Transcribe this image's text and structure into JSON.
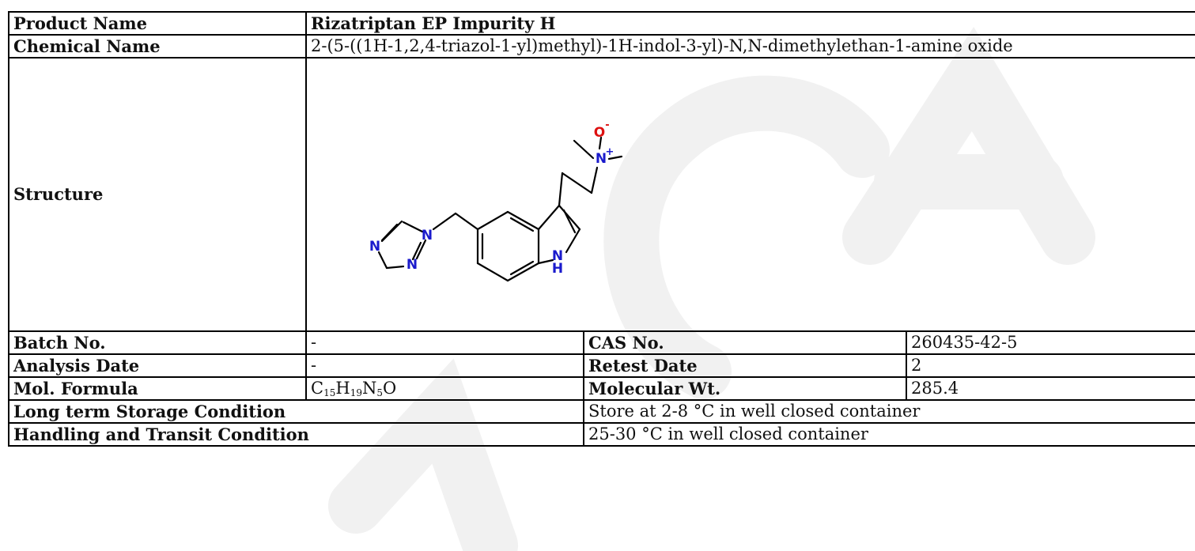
{
  "product": {
    "label": "Product Name",
    "value": "Rizatriptan EP Impurity H"
  },
  "chemical": {
    "label": "Chemical Name",
    "value": "2-(5-((1H-1,2,4-triazol-1-yl)methyl)-1H-indol-3-yl)-N,N-dimethylethan-1-amine oxide"
  },
  "structure": {
    "label": "Structure",
    "atoms": {
      "o": "O",
      "o_charge": "-",
      "n_amine": "N",
      "n_charge": "+",
      "n_triazole_1": "N",
      "n_triazole_2": "N",
      "n_triazole_4": "N",
      "n_indole": "N",
      "h_indole": "H"
    }
  },
  "batch": {
    "label": "Batch No.",
    "value": "-"
  },
  "cas": {
    "label": "CAS No.",
    "value": "260435-42-5"
  },
  "analysis_date": {
    "label": "Analysis Date",
    "value": "-"
  },
  "retest_date": {
    "label": "Retest Date",
    "value": "2"
  },
  "formula": {
    "label": "Mol. Formula",
    "parts": {
      "c": "C",
      "c_count": "15",
      "h": "H",
      "h_count": "19",
      "n": "N",
      "n_count": "5",
      "o": "O"
    }
  },
  "mol_wt": {
    "label": "Molecular Wt.",
    "value": "285.4"
  },
  "storage": {
    "label": "Long term Storage Condition",
    "value": "Store at 2-8 °C in well closed container"
  },
  "handling": {
    "label": "Handling and Transit Condition",
    "value": "25-30 °C in well closed container"
  },
  "colors": {
    "border": "#000000",
    "text": "#111111",
    "nitrogen": "#1a1acc",
    "oxygen": "#dd1111",
    "watermark": "#f2f2f2"
  }
}
